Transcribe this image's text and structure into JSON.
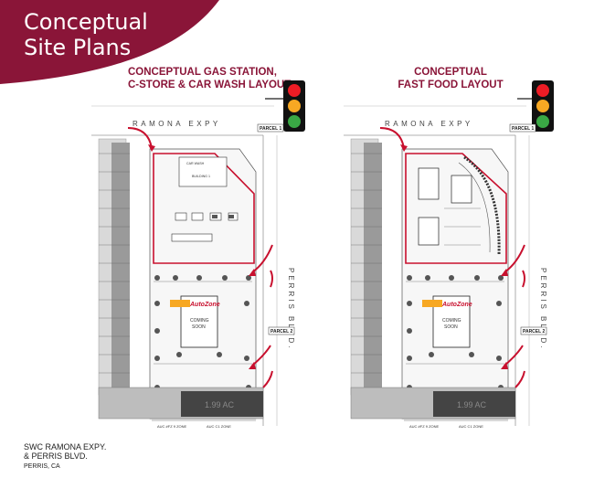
{
  "header": {
    "title_line1": "Conceptual",
    "title_line2": "Site Plans",
    "band_color": "#8a1538"
  },
  "plans": [
    {
      "title_line1": "CONCEPTUAL GAS STATION,",
      "title_line2": "C-STORE & CAR WASH LAYOUT",
      "road_top": "RAMONA EXPY",
      "road_right": "PERRIS BLVD.",
      "parcel_1": "PARCEL 1",
      "parcel_2": "PARCEL 2",
      "store_brand": "AutoZone",
      "coming_soon_1": "COMING",
      "coming_soon_2": "SOON",
      "acreage": "1.99 AC",
      "zone_1": "AUC #FZ 9 ZONE",
      "zone_2": "AUC C1 ZONE",
      "building_label_1": "CAR WASH",
      "building_label_2": "BUILDING 1"
    },
    {
      "title_line1": "CONCEPTUAL",
      "title_line2": "FAST FOOD LAYOUT",
      "road_top": "RAMONA EXPY",
      "road_right": "PERRIS BLVD.",
      "parcel_1": "PARCEL 1",
      "parcel_2": "PARCEL 2",
      "store_brand": "AutoZone",
      "coming_soon_1": "COMING",
      "coming_soon_2": "SOON",
      "acreage": "1.99 AC",
      "zone_1": "AUC #FZ 9 ZONE",
      "zone_2": "AUC C1 ZONE"
    }
  ],
  "footer": {
    "line1": "SWC RAMONA EXPY.",
    "line2": "& PERRIS BLVD.",
    "line3": "PERRIS, CA"
  },
  "colors": {
    "accent": "#8a1538",
    "boundary": "#c8102e",
    "light_red": "#ee1c25",
    "light_yellow": "#f7a823",
    "light_green": "#3aa845"
  }
}
